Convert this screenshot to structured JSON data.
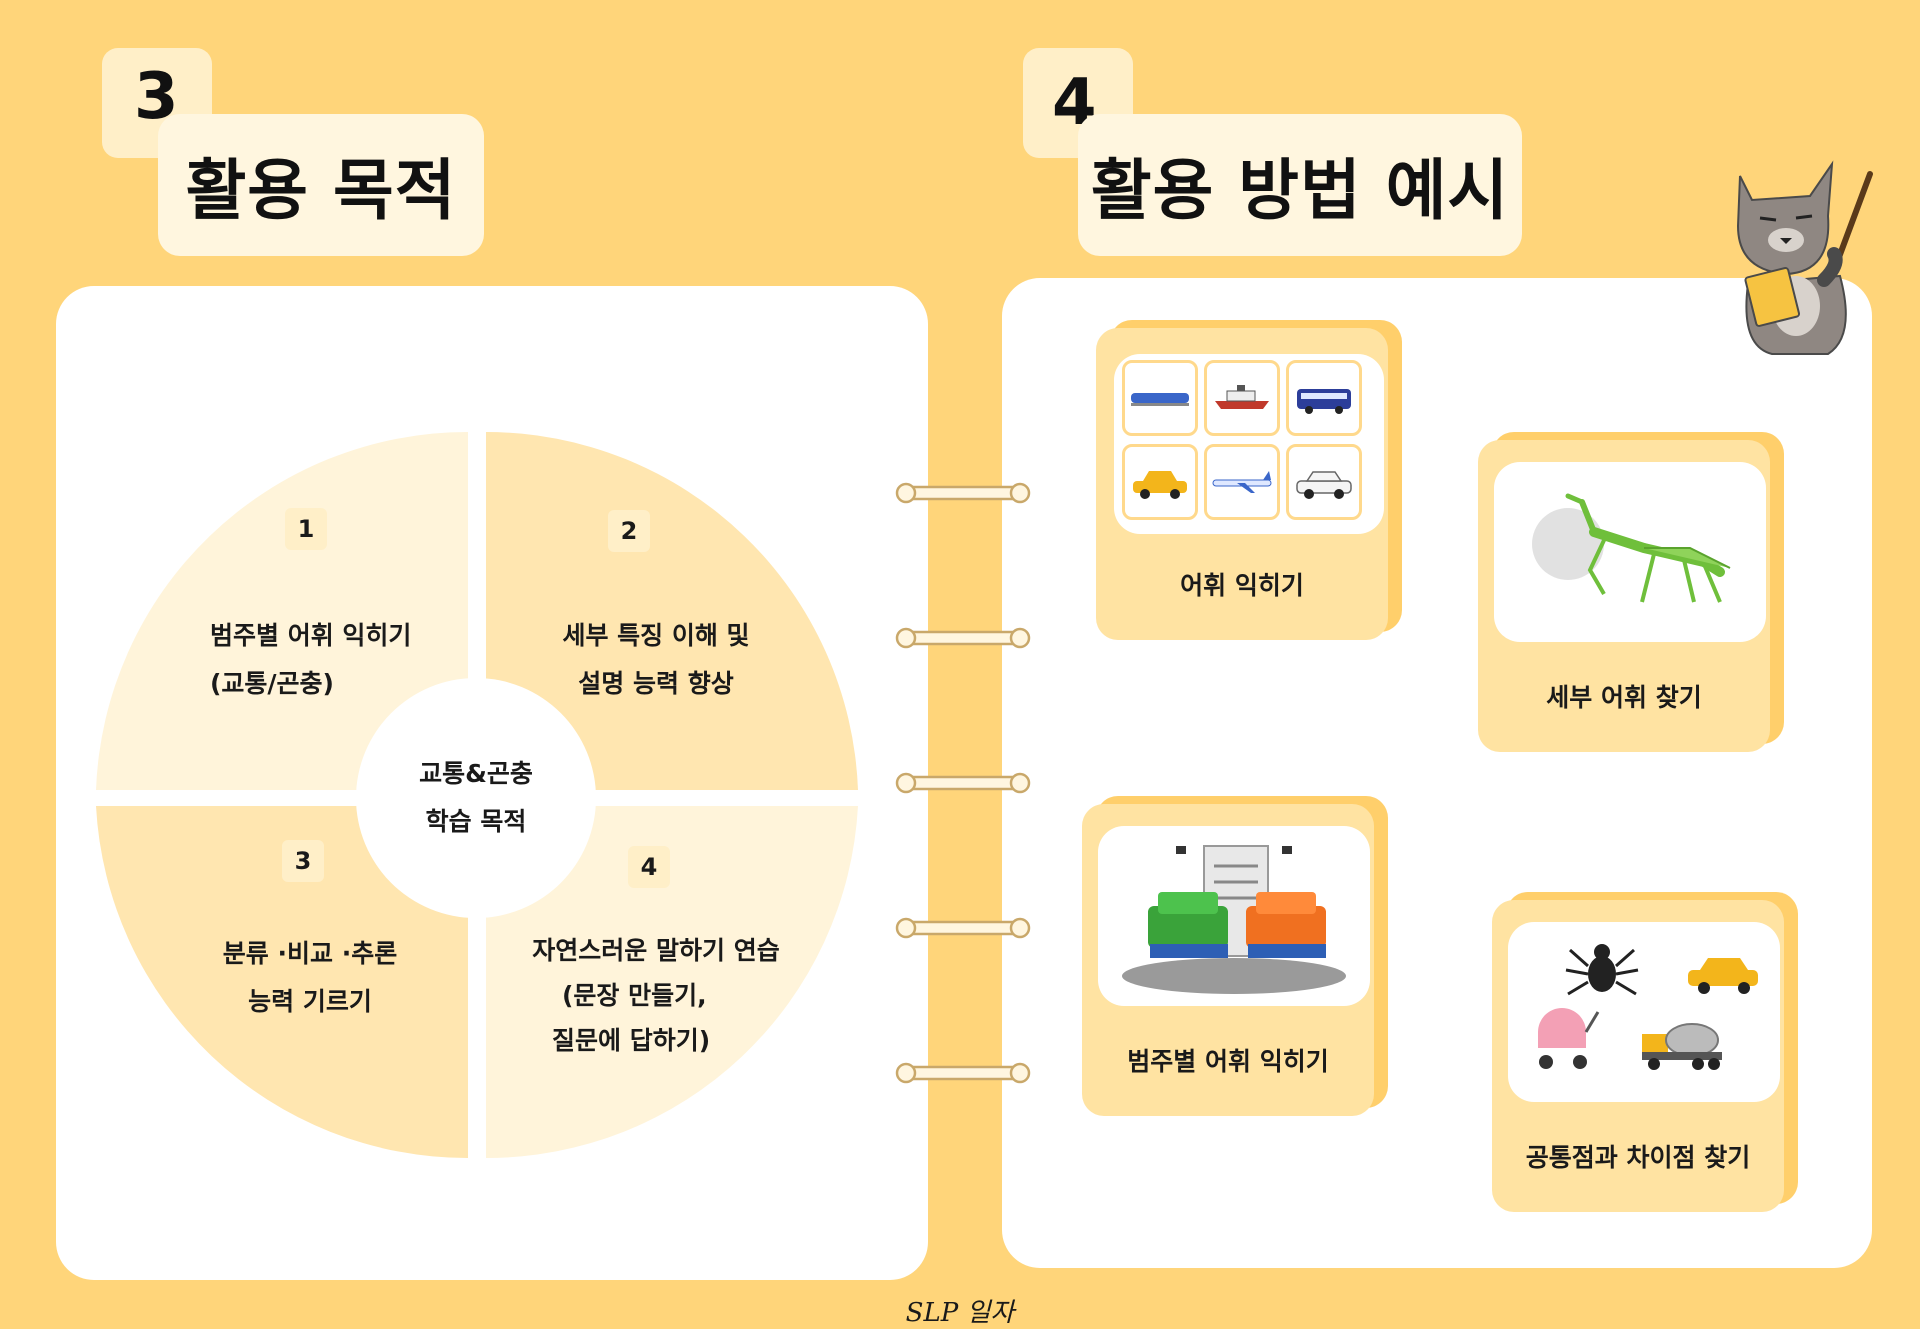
{
  "section3": {
    "number": "3",
    "title": "활용 목적"
  },
  "section4": {
    "number": "4",
    "title": "활용 방법 예시"
  },
  "pie": {
    "center_line1": "교통&곤충",
    "center_line2": "학습 목적",
    "quadrants": [
      {
        "num": "1",
        "line1": "범주별 어휘 익히기",
        "line2": "(교통/곤충)"
      },
      {
        "num": "2",
        "line1": "세부 특징 이해 및",
        "line2": "설명 능력 향상"
      },
      {
        "num": "3",
        "line1": "분류 ·비교 ·추론",
        "line2": "능력 기르기"
      },
      {
        "num": "4",
        "line1": "자연스러운 말하기 연습",
        "line2": "(문장 만들기,",
        "line3": "질문에 답하기)"
      }
    ]
  },
  "cards": [
    {
      "label": "어휘 익히기"
    },
    {
      "label": "세부 어휘 찾기"
    },
    {
      "label": "범주별 어휘 익히기"
    },
    {
      "label": "공통점과 차이점 찾기"
    }
  ],
  "colors": {
    "background": "#FFD57A",
    "quadrant_light": "#FFF4DA",
    "quadrant_mid": "#FFE6B0",
    "card": "#FFE3A2"
  },
  "signature": "SLP 일자"
}
